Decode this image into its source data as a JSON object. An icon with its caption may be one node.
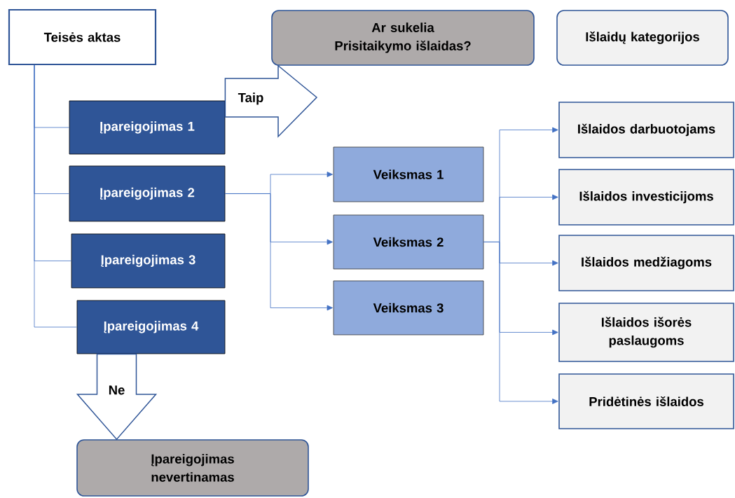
{
  "diagram": {
    "nodes": [
      {
        "text": [
          "Teisės aktas"
        ]
      },
      {
        "text": [
          "Ar sukelia Prisitaikymo išlaidas?"
        ]
      },
      {
        "text": [
          "Išlaidų kategorijos"
        ]
      },
      {
        "text": [
          "Įpareigojimas 1"
        ]
      },
      {
        "text": [
          "Įpareigojimas 2"
        ]
      },
      {
        "text": [
          "Įpareigojimas 3"
        ]
      },
      {
        "text": [
          "Įpareigojimas 4"
        ]
      },
      {
        "text": [
          "Veiksmas 1"
        ]
      },
      {
        "text": [
          "Veiksmas 2"
        ]
      },
      {
        "text": [
          "Veiksmas 3"
        ]
      },
      {
        "text": [
          "Išlaidos darbuotojams"
        ]
      },
      {
        "text": [
          "Išlaidos investicijoms"
        ]
      },
      {
        "text": [
          "Išlaidos medžiagoms"
        ]
      },
      {
        "text": [
          "Išlaidos išorės paslaugoms"
        ]
      },
      {
        "text": [
          "Pridėtinės išlaidos"
        ]
      },
      {
        "text": [
          "Įpareigojimas nevertinamas"
        ]
      }
    ],
    "edges": [
      {
        "from": 0,
        "to": 3,
        "arrow": "none"
      },
      {
        "from": 0,
        "to": 4,
        "arrow": "none"
      },
      {
        "from": 0,
        "to": 5,
        "arrow": "none"
      },
      {
        "from": 0,
        "to": 6,
        "arrow": "none"
      },
      {
        "from": 3,
        "to": 1,
        "arrow": "to",
        "label": "Taip",
        "style": "thick"
      },
      {
        "from": 6,
        "to": 15,
        "arrow": "to",
        "label": "Ne",
        "style": "thick"
      },
      {
        "from": 4,
        "to": 7,
        "arrow": "to"
      },
      {
        "from": 4,
        "to": 8,
        "arrow": "to"
      },
      {
        "from": 4,
        "to": 9,
        "arrow": "to"
      },
      {
        "from": 8,
        "to": 10,
        "arrow": "to"
      },
      {
        "from": 8,
        "to": 11,
        "arrow": "to"
      },
      {
        "from": 8,
        "to": 12,
        "arrow": "to"
      },
      {
        "from": 8,
        "to": 13,
        "arrow": "to"
      },
      {
        "from": 8,
        "to": 14,
        "arrow": "to"
      }
    ]
  }
}
